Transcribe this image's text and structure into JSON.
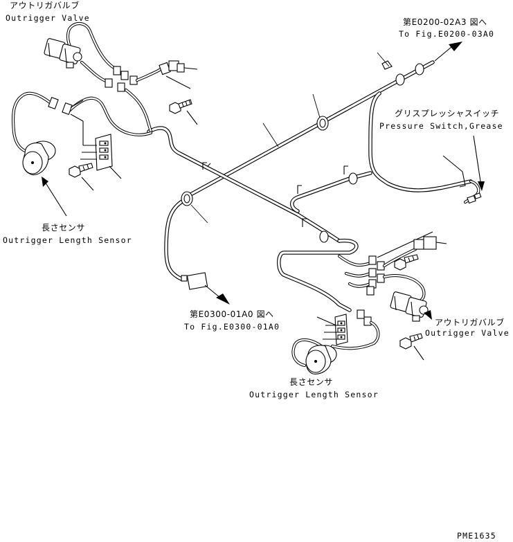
{
  "labels": {
    "valve_top_jp": "アウトリガバルブ",
    "valve_top_en": "Outrigger Valve",
    "ref_top_jp": "第E0200-02A3 図へ",
    "ref_top_en": "To Fig.E0200-03A0",
    "switch_jp": "グリスプレッシャスイッチ",
    "switch_en": "Pressure Switch,Grease",
    "sensor_left_jp": "長さセンサ",
    "sensor_left_en": "Outrigger Length Sensor",
    "ref_bottom_jp": "第E0300-01A0 図へ",
    "ref_bottom_en": "To Fig.E0300-01A0",
    "valve_right_jp": "アウトリガバルブ",
    "valve_right_en": "Outrigger Valve",
    "sensor_bottom_jp": "長さセンサ",
    "sensor_bottom_en": "Outrigger Length Sensor",
    "drawing_code": "PME1635"
  }
}
